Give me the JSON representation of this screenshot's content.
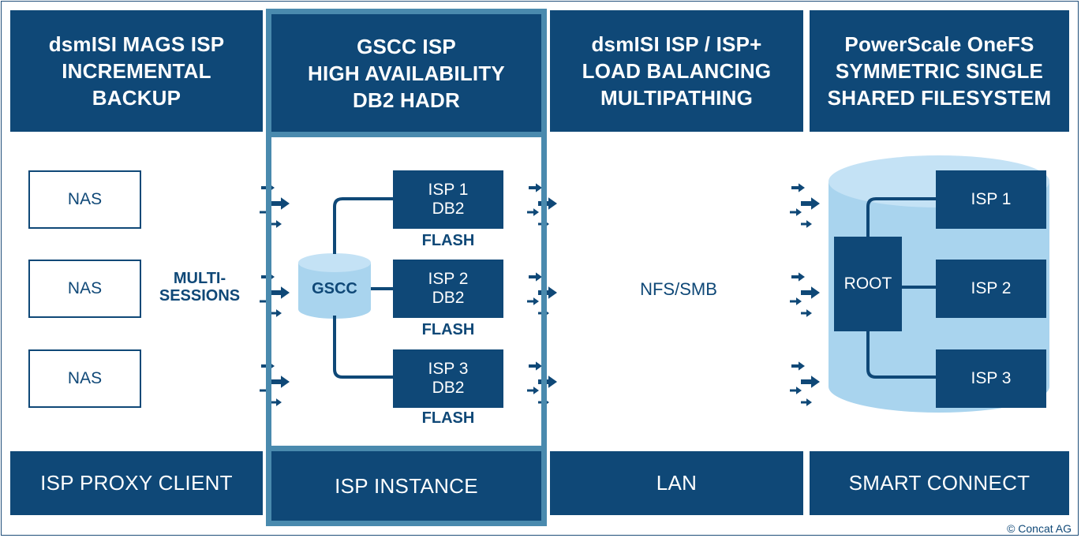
{
  "columns": [
    {
      "header": "dsmISI MAGS ISP\nINCREMENTAL\nBACKUP",
      "footer": "ISP PROXY CLIENT"
    },
    {
      "header": "GSCC ISP\nHIGH AVAILABILITY\nDB2 HADR",
      "footer": "ISP INSTANCE"
    },
    {
      "header": "dsmISI ISP / ISP+\nLOAD BALANCING\nMULTIPATHING",
      "footer": "LAN"
    },
    {
      "header": "PowerScale OneFS\nSYMMETRIC SINGLE\nSHARED FILESYSTEM",
      "footer": "SMART CONNECT"
    }
  ],
  "nas_nodes": [
    "NAS",
    "NAS",
    "NAS"
  ],
  "multisessions_label": "MULTI-\nSESSIONS",
  "gscc_label": "GSCC",
  "isp_instances": [
    {
      "label": "ISP 1\nDB2",
      "storage": "FLASH"
    },
    {
      "label": "ISP 2\nDB2",
      "storage": "FLASH"
    },
    {
      "label": "ISP 3\nDB2",
      "storage": "FLASH"
    }
  ],
  "protocol_label": "NFS/SMB",
  "filesystem": {
    "root_label": "ROOT",
    "nodes": [
      "ISP 1",
      "ISP 2",
      "ISP 3"
    ]
  },
  "copyright": "© Concat AG",
  "colors": {
    "primary": "#0f4877",
    "highlight_frame": "#4a8aae",
    "storage_fill": "#a9d4ee"
  }
}
